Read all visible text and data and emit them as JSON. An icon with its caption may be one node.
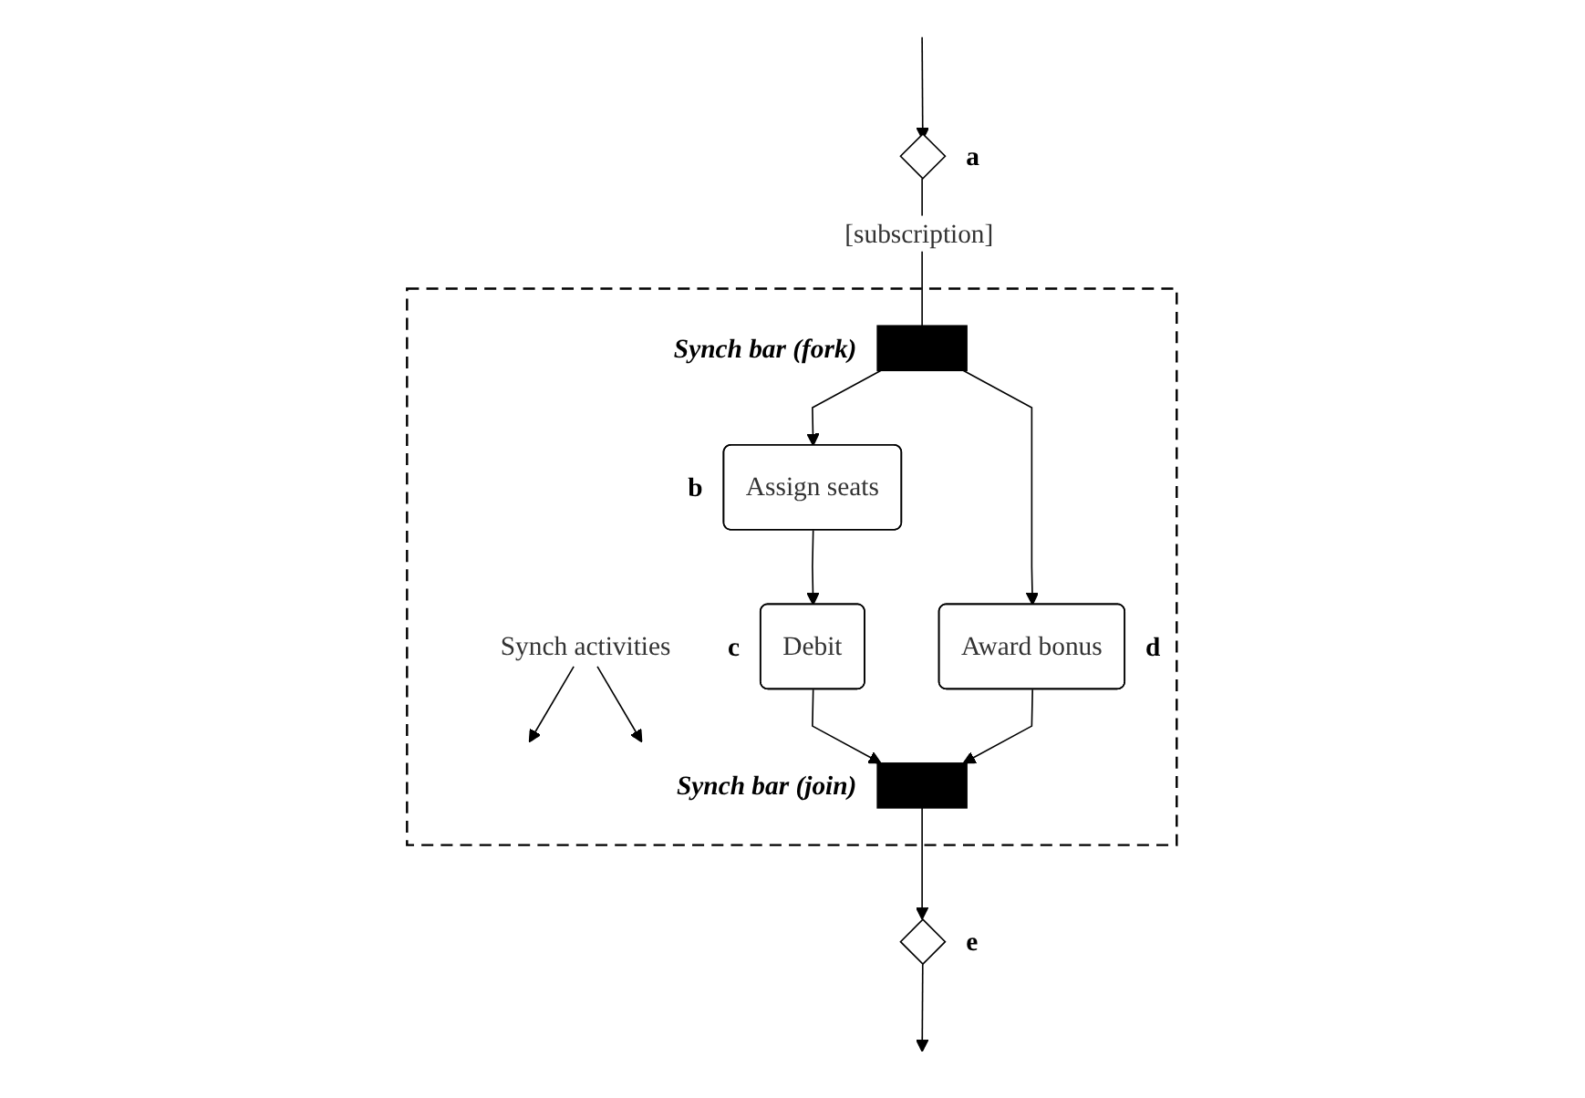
{
  "diagram": {
    "nodes": [
      {
        "text": [],
        "shape": "diamond",
        "beside": [
          "a"
        ]
      },
      {
        "text": [],
        "shape": "box"
      },
      {
        "text": [],
        "shape": "bar",
        "in": 1,
        "beside": [
          "Synch bar (fork)"
        ]
      },
      {
        "text": [
          "Assign seats"
        ],
        "in": 1,
        "beside": [
          "b"
        ]
      },
      {
        "text": [
          "Award bonus"
        ],
        "in": 1,
        "beside": [
          "d"
        ]
      },
      {
        "text": [
          "Debit"
        ],
        "in": 1,
        "beside": [
          "c"
        ]
      },
      {
        "text": [],
        "shape": "bar",
        "in": 1,
        "beside": [
          "Synch bar (join)"
        ]
      },
      {
        "text": [
          "Synch activities"
        ],
        "in": 1
      },
      {
        "text": [],
        "shape": "diamond",
        "beside": [
          "e"
        ]
      }
    ],
    "edges": [
      {
        "from": null,
        "to": 0,
        "arrow": "to"
      },
      {
        "from": 0,
        "to": 2,
        "arrow": "none",
        "label": "[subscription]"
      },
      {
        "from": 2,
        "to": 3,
        "arrow": "to"
      },
      {
        "from": 2,
        "to": 4,
        "arrow": "to"
      },
      {
        "from": 3,
        "to": 5,
        "arrow": "to"
      },
      {
        "from": 7,
        "to": null,
        "arrow": "to"
      },
      {
        "from": 7,
        "to": null,
        "arrow": "to"
      },
      {
        "from": 5,
        "to": 6,
        "arrow": "to"
      },
      {
        "from": 4,
        "to": 6,
        "arrow": "to"
      },
      {
        "from": 6,
        "to": 8,
        "arrow": "to"
      },
      {
        "from": 8,
        "to": null,
        "arrow": "to"
      }
    ]
  }
}
